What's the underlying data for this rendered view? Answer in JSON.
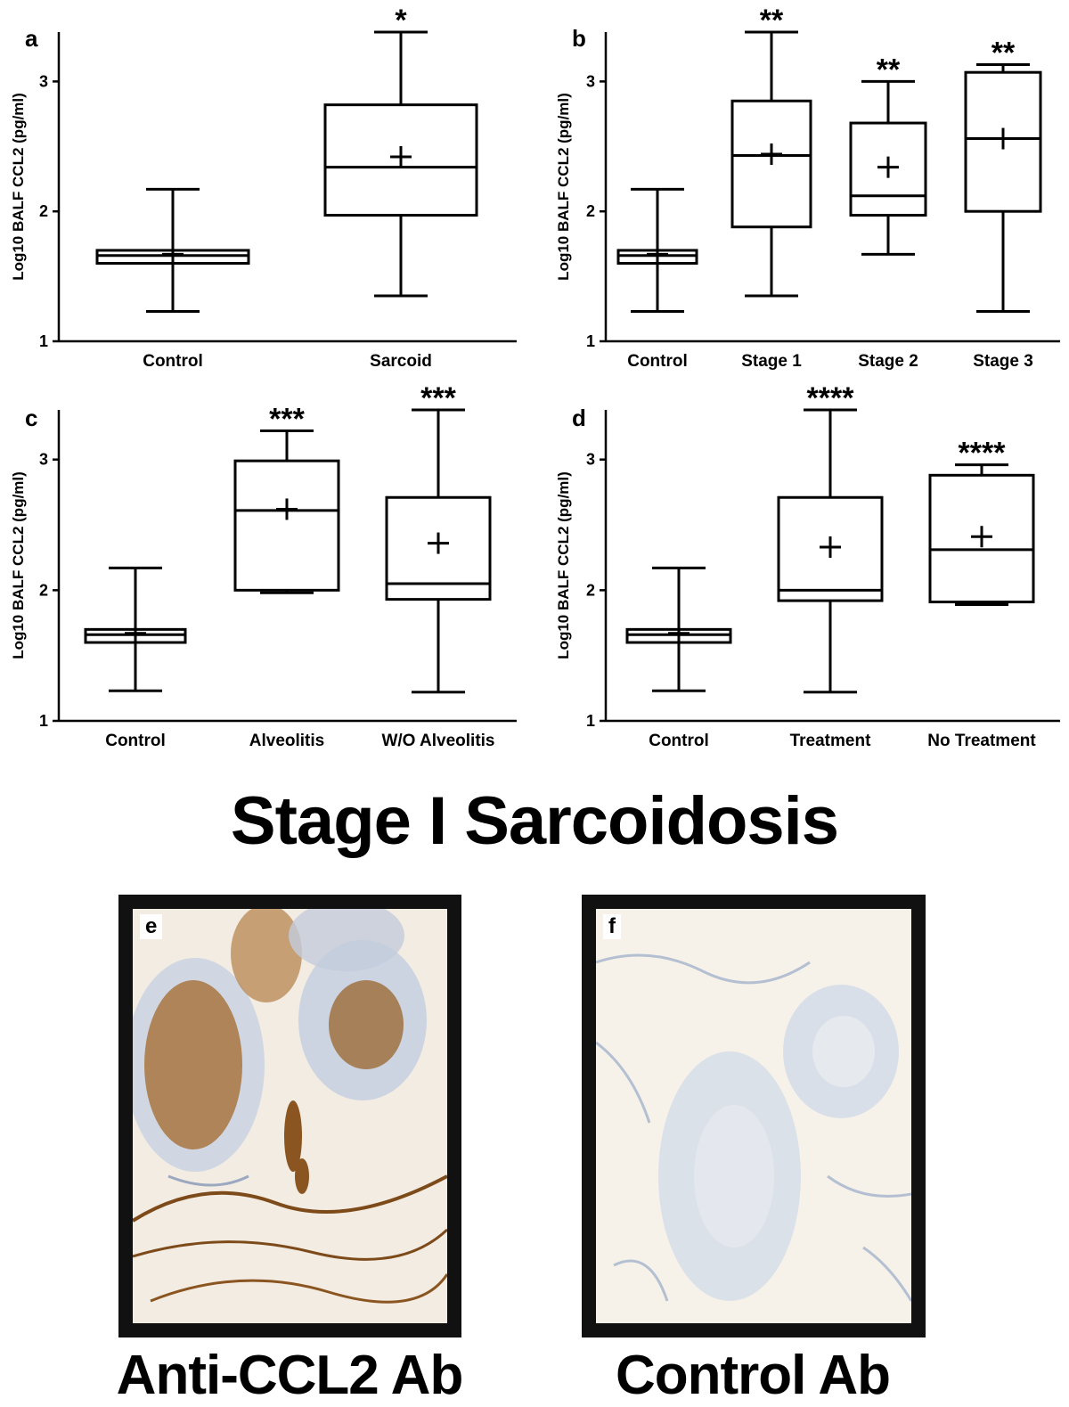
{
  "figure_title": "Stage I Sarcoidosis",
  "chart_data": [
    {
      "panel": "a",
      "type": "box",
      "ylabel": "Log10 BALF CCL2 (pg/ml)",
      "ylim": [
        1,
        3.38
      ],
      "yticks": [
        1,
        2,
        3
      ],
      "categories": [
        "Control",
        "Sarcoid"
      ],
      "boxes": [
        {
          "min": 1.23,
          "q1": 1.6,
          "median": 1.66,
          "q3": 1.7,
          "max": 2.17,
          "mean": 1.67,
          "sig": ""
        },
        {
          "min": 1.35,
          "q1": 1.97,
          "median": 2.34,
          "q3": 2.82,
          "max": 3.38,
          "mean": 2.42,
          "sig": "*"
        }
      ]
    },
    {
      "panel": "b",
      "type": "box",
      "ylabel": "Log10 BALF CCL2 (pg/ml)",
      "ylim": [
        1,
        3.38
      ],
      "yticks": [
        1,
        2,
        3
      ],
      "categories": [
        "Control",
        "Stage 1",
        "Stage 2",
        "Stage 3"
      ],
      "boxes": [
        {
          "min": 1.23,
          "q1": 1.6,
          "median": 1.66,
          "q3": 1.7,
          "max": 2.17,
          "mean": 1.67,
          "sig": ""
        },
        {
          "min": 1.35,
          "q1": 1.88,
          "median": 2.43,
          "q3": 2.85,
          "max": 3.38,
          "mean": 2.44,
          "sig": "**"
        },
        {
          "min": 1.67,
          "q1": 1.97,
          "median": 2.12,
          "q3": 2.68,
          "max": 3.0,
          "mean": 2.34,
          "sig": "**"
        },
        {
          "min": 1.23,
          "q1": 2.0,
          "median": 2.56,
          "q3": 3.07,
          "max": 3.13,
          "mean": 2.56,
          "sig": "**"
        }
      ]
    },
    {
      "panel": "c",
      "type": "box",
      "ylabel": "Log10 BALF CCL2 (pg/ml)",
      "ylim": [
        1,
        3.38
      ],
      "yticks": [
        1,
        2,
        3
      ],
      "categories": [
        "Control",
        "Alveolitis",
        "W/O Alveolitis"
      ],
      "boxes": [
        {
          "min": 1.23,
          "q1": 1.6,
          "median": 1.66,
          "q3": 1.7,
          "max": 2.17,
          "mean": 1.67,
          "sig": ""
        },
        {
          "min": 1.98,
          "q1": 2.0,
          "median": 2.61,
          "q3": 2.99,
          "max": 3.22,
          "mean": 2.62,
          "sig": "***"
        },
        {
          "min": 1.22,
          "q1": 1.93,
          "median": 2.05,
          "q3": 2.71,
          "max": 3.38,
          "mean": 2.36,
          "sig": "***"
        }
      ]
    },
    {
      "panel": "d",
      "type": "box",
      "ylabel": "Log10 BALF CCL2 (pg/ml)",
      "ylim": [
        1,
        3.38
      ],
      "yticks": [
        1,
        2,
        3
      ],
      "categories": [
        "Control",
        "Treatment",
        "No Treatment"
      ],
      "boxes": [
        {
          "min": 1.23,
          "q1": 1.6,
          "median": 1.66,
          "q3": 1.7,
          "max": 2.17,
          "mean": 1.67,
          "sig": ""
        },
        {
          "min": 1.22,
          "q1": 1.92,
          "median": 2.0,
          "q3": 2.71,
          "max": 3.38,
          "mean": 2.33,
          "sig": "****"
        },
        {
          "min": 1.89,
          "q1": 1.91,
          "median": 2.31,
          "q3": 2.88,
          "max": 2.96,
          "mean": 2.41,
          "sig": "****"
        }
      ]
    }
  ],
  "photos": [
    {
      "letter": "e",
      "caption": "Anti-CCL2 Ab",
      "tissue_color": "#a06a35",
      "background": "#f4eee6"
    },
    {
      "letter": "f",
      "caption": "Control Ab",
      "tissue_color": "#9fb0c8",
      "background": "#f6f2ea"
    }
  ]
}
